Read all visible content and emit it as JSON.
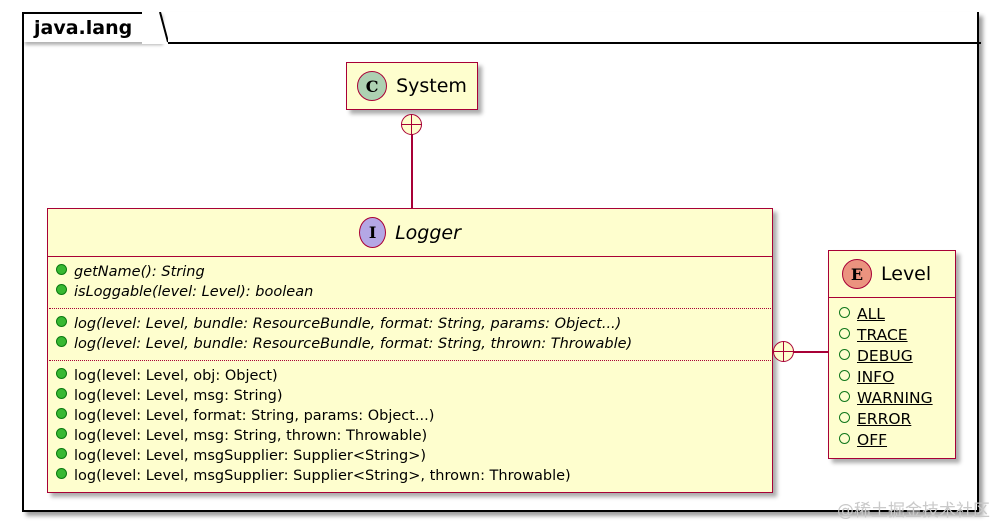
{
  "diagram": {
    "package": {
      "name": "java.lang"
    },
    "watermark": "@稀土掘金技术社区",
    "colors": {
      "box_fill": "#FEFECE",
      "box_border": "#A80036",
      "class_icon": "#ADD1B2",
      "interface_icon": "#B4A7E5",
      "enum_icon": "#EB937F",
      "public_marker": "#38B832",
      "package_border": "#000000"
    },
    "classes": [
      {
        "id": "system",
        "name": "System",
        "stereotype_letter": "C",
        "stereotype_kind": "class",
        "compartments": []
      },
      {
        "id": "logger",
        "name": "Logger",
        "stereotype_letter": "I",
        "stereotype_kind": "interface",
        "name_italic": true,
        "compartments": [
          {
            "members": [
              {
                "visibility": "public-filled",
                "text": "getName(): String",
                "italic": true,
                "static": false
              },
              {
                "visibility": "public-filled",
                "text": "isLoggable(level: Level): boolean",
                "italic": true,
                "static": false
              }
            ]
          },
          {
            "members": [
              {
                "visibility": "public-filled",
                "text": "log(level: Level, bundle: ResourceBundle, format: String, params: Object...)",
                "italic": true,
                "static": false
              },
              {
                "visibility": "public-filled",
                "text": "log(level: Level, bundle: ResourceBundle, format: String, thrown: Throwable)",
                "italic": true,
                "static": false
              }
            ]
          },
          {
            "members": [
              {
                "visibility": "public-filled",
                "text": "log(level: Level, obj: Object)",
                "italic": false,
                "static": false
              },
              {
                "visibility": "public-filled",
                "text": "log(level: Level, msg: String)",
                "italic": false,
                "static": false
              },
              {
                "visibility": "public-filled",
                "text": "log(level: Level, format: String, params: Object...)",
                "italic": false,
                "static": false
              },
              {
                "visibility": "public-filled",
                "text": "log(level: Level, msg: String, thrown: Throwable)",
                "italic": false,
                "static": false
              },
              {
                "visibility": "public-filled",
                "text": "log(level: Level, msgSupplier: Supplier<String>)",
                "italic": false,
                "static": false
              },
              {
                "visibility": "public-filled",
                "text": "log(level: Level, msgSupplier: Supplier<String>, thrown: Throwable)",
                "italic": false,
                "static": false
              }
            ]
          }
        ]
      },
      {
        "id": "level",
        "name": "Level",
        "stereotype_letter": "E",
        "stereotype_kind": "enum",
        "compartments": [
          {
            "members": [
              {
                "visibility": "public-hollow",
                "text": "ALL",
                "italic": false,
                "static": true
              },
              {
                "visibility": "public-hollow",
                "text": "TRACE",
                "italic": false,
                "static": true
              },
              {
                "visibility": "public-hollow",
                "text": "DEBUG",
                "italic": false,
                "static": true
              },
              {
                "visibility": "public-hollow",
                "text": "INFO",
                "italic": false,
                "static": true
              },
              {
                "visibility": "public-hollow",
                "text": "WARNING",
                "italic": false,
                "static": true
              },
              {
                "visibility": "public-hollow",
                "text": "ERROR",
                "italic": false,
                "static": true
              },
              {
                "visibility": "public-hollow",
                "text": "OFF",
                "italic": false,
                "static": true
              }
            ]
          }
        ]
      }
    ],
    "relationships": [
      {
        "id": "system-logger",
        "from": "System",
        "to": "Logger",
        "type": "containment"
      },
      {
        "id": "logger-level",
        "from": "Logger",
        "to": "Level",
        "type": "containment"
      }
    ]
  }
}
